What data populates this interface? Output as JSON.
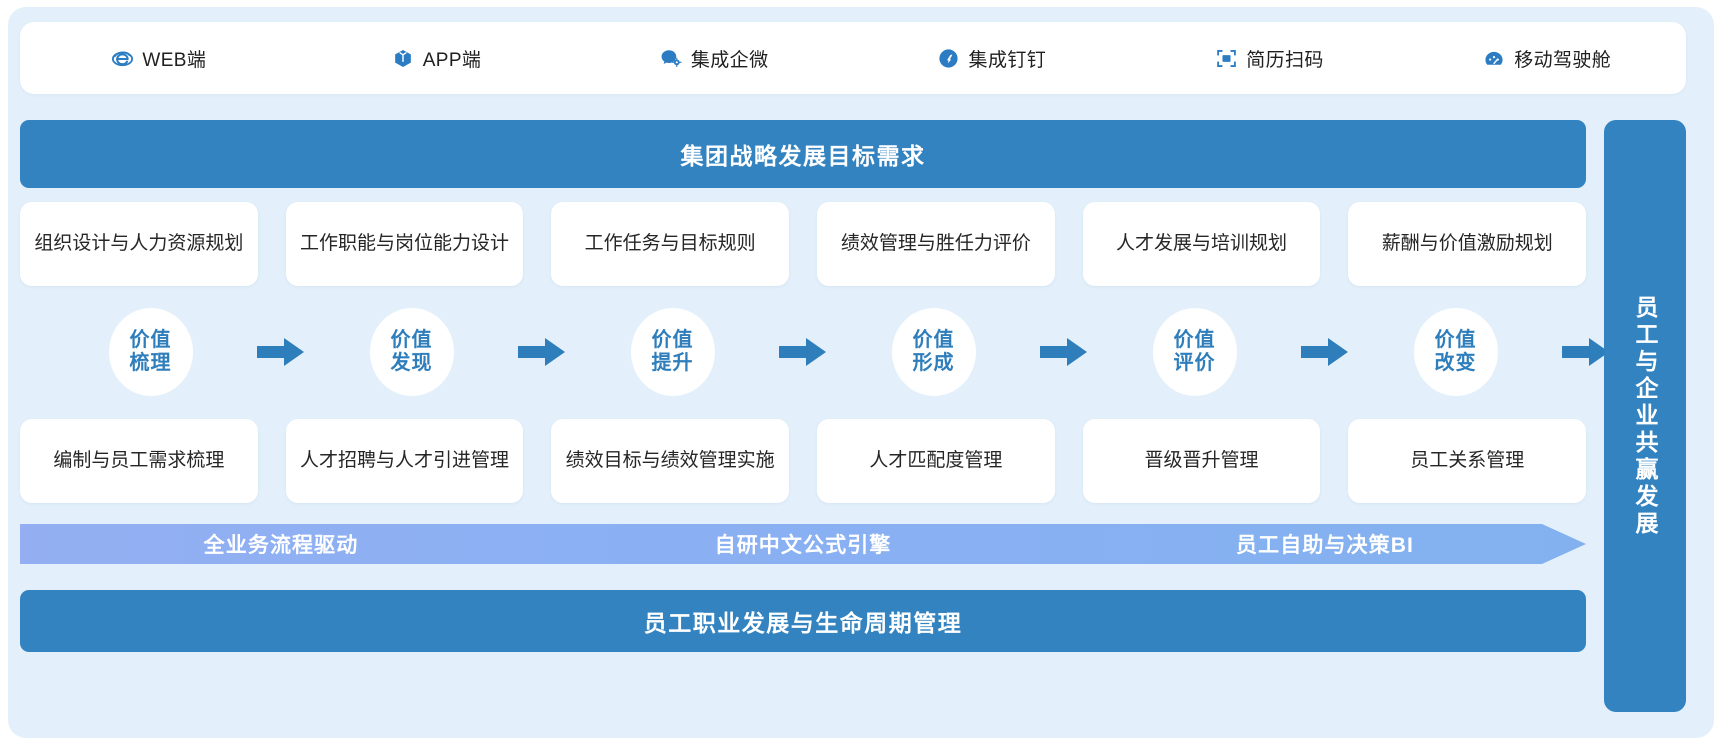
{
  "theme": {
    "page_bg": "#ffffff",
    "board_bg": "#e3f0fb",
    "primary_blue": "#3383c0",
    "accent_blue": "#2f7ebc",
    "band_blue": "#8bb0f3",
    "card_bg": "#ffffff",
    "text_dark": "#262626"
  },
  "topbar": {
    "channels": [
      {
        "icon": "ie-browser-icon",
        "label": "WEB端"
      },
      {
        "icon": "app-cube-icon",
        "label": "APP端"
      },
      {
        "icon": "wechat-work-icon",
        "label": "集成企微"
      },
      {
        "icon": "dingtalk-icon",
        "label": "集成钉钉"
      },
      {
        "icon": "qrcode-scan-icon",
        "label": "简历扫码"
      },
      {
        "icon": "mobile-dashboard-icon",
        "label": "移动驾驶舱"
      }
    ]
  },
  "strategy_bar": {
    "title": "集团战略发展目标需求"
  },
  "columns": [
    {
      "top_card": "组织设计与人力资源规划",
      "value": {
        "line1": "价值",
        "line2": "梳理"
      },
      "bottom_card": "编制与员工需求梳理",
      "arrow": "right-arrow-icon"
    },
    {
      "top_card": "工作职能与岗位能力设计",
      "value": {
        "line1": "价值",
        "line2": "发现"
      },
      "bottom_card": "人才招聘与人才引进管理",
      "arrow": "right-arrow-icon"
    },
    {
      "top_card": "工作任务与目标规则",
      "value": {
        "line1": "价值",
        "line2": "提升"
      },
      "bottom_card": "绩效目标与绩效管理实施",
      "arrow": "right-arrow-icon"
    },
    {
      "top_card": "绩效管理与胜任力评价",
      "value": {
        "line1": "价值",
        "line2": "形成"
      },
      "bottom_card": "人才匹配度管理",
      "arrow": "right-arrow-icon"
    },
    {
      "top_card": "人才发展与培训规划",
      "value": {
        "line1": "价值",
        "line2": "评价"
      },
      "bottom_card": "晋级晋升管理",
      "arrow": "right-arrow-icon"
    },
    {
      "top_card": "薪酬与价值激励规划",
      "value": {
        "line1": "价值",
        "line2": "改变"
      },
      "bottom_card": "员工关系管理",
      "arrow": "right-arrow-icon"
    }
  ],
  "capability_band": {
    "items": [
      "全业务流程驱动",
      "自研中文公式引擎",
      "员工自助与决策BI"
    ]
  },
  "bottom_bar": {
    "title": "员工职业发展与生命周期管理"
  },
  "pillar": {
    "title": "员工与企业共赢发展"
  }
}
